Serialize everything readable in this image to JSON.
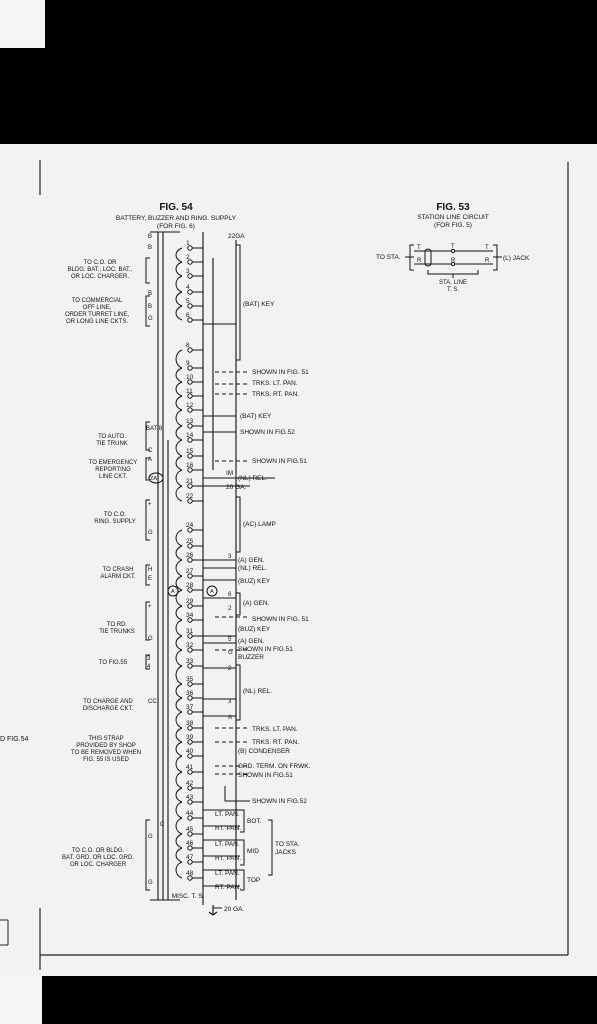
{
  "fig54": {
    "title": "FIG. 54",
    "subtitle": "BATTERY, BUZZER AND RING. SUPPLY",
    "subtitle2": "(FOR FIG. 6)"
  },
  "fig53": {
    "title": "FIG. 53",
    "subtitle": "STATION LINE CIRCUIT",
    "subtitle2": "(FOR FIG. 5)",
    "to_sta": "TO STA.",
    "l_jack": "(L) JACK",
    "sta_line": "STA. LINE",
    "ts": "T. S.",
    "T": "T",
    "R": "R"
  },
  "left_edge_label": "D FIG.54",
  "left_labels": {
    "co1": "TO C.O. OR",
    "co2": "BLDG. BAT., LOC. BAT.,",
    "co3": "OR LOC. CHARGER.",
    "comm1": "TO COMMERCIAL",
    "comm2": "OFF LINE,",
    "comm3": "ORDER TURRET LINE,",
    "comm4": "OR LONG LINE CKTS.",
    "auto1": "TO AUTO.",
    "auto2": "TIE TRUNK",
    "emer1": "TO EMERGENCY",
    "emer2": "REPORTING",
    "emer3": "LINE CKT.",
    "ring1": "TO C.O.",
    "ring2": "RING. SUPPLY",
    "crash1": "TO CRASH",
    "crash2": "ALARM CKT.",
    "rd1": "TO RD.",
    "rd2": "TIE TRUNKS",
    "fig55": "TO FIG.55",
    "charge1": "TO CHARGE AND",
    "charge2": "DISCHARGE CKT.",
    "strap1": "THIS STRAP",
    "strap2": "PROVIDED BY SHOP",
    "strap3": "TO BE REMOVED WHEN",
    "strap4": "FIG. 55 IS USED",
    "grd1": "TO C.O. OR BLDG.",
    "grd2": "BAT. GRD. OR LOC. GRD.",
    "grd3": "OR LOC. CHARGER"
  },
  "right_labels": {
    "ga22": "22GA",
    "batkey1": "(BAT) KEY",
    "fig51a": "SHOWN IN FIG. 51",
    "trkslt": "TRKS. LT. PAN.",
    "trksrt": "TRKS. RT. PAN.",
    "batkey2": "(BAT) KEY",
    "fig52a": "SHOWN IN FIG.52",
    "fig51b": "SHOWN IN FIG.51",
    "im": "IM",
    "nlrel1": "(NL) REL.",
    "ga20a": "20 GA.",
    "aclamp": "(AC) LAMP",
    "agen1": "(A) GEN.",
    "nlrel2": "(NL) REL.",
    "buzkey1": "(BUZ) KEY",
    "agen2": "(A) GEN.",
    "fig51c": "SHOWN IN FIG. 51",
    "buzkey2": "(BUZ) KEY",
    "agen3": "(A) GEN.",
    "fig51d": "SHOWN IN FIG.51",
    "buzzer": "BUZZER",
    "nlrel3": "(NL) REL.",
    "trkslt2": "TRKS. LT. PAN.",
    "trksrt2": "TRKS. RT. PAN.",
    "cond": "(B) CONDENSER",
    "grdterm": "GRD. TERM. ON FRWK.",
    "fig51e": "SHOWN IN FIG.51",
    "fig52b": "SHOWN IN FIG.52",
    "ltpan": "LT. PAN.",
    "rtpan": "RT. PAN.",
    "bot": "BOT.",
    "mid": "MID",
    "top": "TOP",
    "tosta1": "TO STA.",
    "tosta2": "JACKS",
    "misc": "MISC. T. S.",
    "ga20b": "20 GA."
  },
  "letters": {
    "B": "B",
    "G": "G",
    "C": "C",
    "H": "H",
    "E": "E",
    "A": "A",
    "CC": "CC",
    "bat8": "BAT 8",
    "ZA": "ZA",
    "plus": "+",
    "minus": "−",
    "three": "3",
    "four": "4",
    "two": "2",
    "five": "5",
    "six": "6"
  },
  "terminals": [
    "1",
    "2",
    "3",
    "4",
    "5",
    "6",
    "8",
    "9",
    "10",
    "11",
    "12",
    "13",
    "14",
    "15",
    "16",
    "21",
    "22",
    "24",
    "25",
    "26",
    "27",
    "28",
    "29",
    "34",
    "31",
    "32",
    "33",
    "35",
    "36",
    "37",
    "38",
    "39",
    "40",
    "41",
    "42",
    "43",
    "44",
    "45",
    "46",
    "47",
    "48"
  ]
}
